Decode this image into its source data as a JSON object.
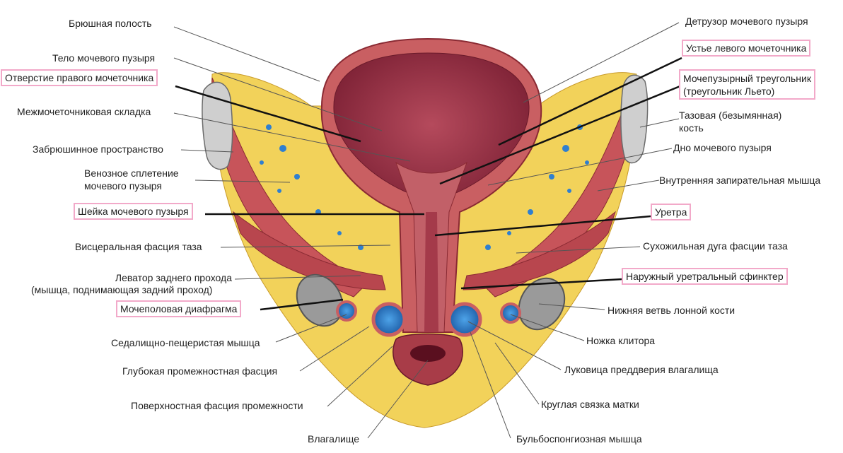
{
  "labels": {
    "peritoneal_cavity": "Брюшная полость",
    "bladder_body": "Тело мочевого пузыря",
    "right_ureter_orifice": "Отверстие правого мочеточника",
    "interureteric_fold": "Межмочеточниковая складка",
    "retroperitoneal_space": "Забрюшинное пространство",
    "venous_plexus_1": "Венозное сплетение",
    "venous_plexus_2": "мочевого пузыря",
    "bladder_neck": "Шейка мочевого пузыря",
    "visceral_fascia": "Висцеральная фасция таза",
    "levator_ani_1": "Леватор заднего прохода",
    "levator_ani_2": "(мышца, поднимающая задний проход)",
    "urogenital_diaphragm": "Мочеполовая диафрагма",
    "ischiocavernosus": "Седалищно-пещеристая мышца",
    "deep_perineal_fascia": "Глубокая промежностная фасция",
    "superficial_perineal_fascia": "Поверхностная фасция промежности",
    "vagina": "Влагалище",
    "detrusor": "Детрузор мочевого пузыря",
    "left_ureter_orifice": "Устье левого мочеточника",
    "trigone_1": "Мочепузырный треугольник",
    "trigone_2": "(треугольник Льето)",
    "pelvic_bone_1": "Тазовая (безымянная)",
    "pelvic_bone_2": "кость",
    "bladder_fundus": "Дно мочевого пузыря",
    "obturator_internus": "Внутренняя запирательная мышца",
    "urethra": "Уретра",
    "tendinous_arch": "Сухожильная дуга фасции таза",
    "external_sphincter": "Наружный уретральный сфинктер",
    "inferior_pubic_ramus": "Нижняя ветвь лонной кости",
    "clitoris_crus": "Ножка клитора",
    "vestibular_bulb": "Луковица преддверия влагалища",
    "round_ligament": "Круглая связка матки",
    "bulbospongiosus": "Бульбоспонгиозная мышца"
  },
  "colors": {
    "highlight_border": "#f2a9c9",
    "muscle": "#c7545a",
    "fat": "#f2d25a",
    "bladder_lumen": "#a8364a",
    "bone": "#c9c9c9",
    "vessel": "#2f7fd0",
    "leader_line": "#555555"
  }
}
